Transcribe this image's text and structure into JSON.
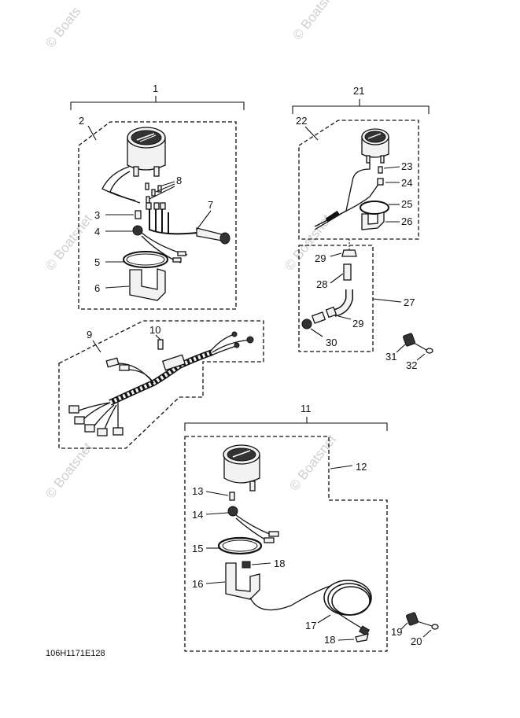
{
  "watermark": {
    "text_main": "© Boatsnet",
    "text_short": "© Boats"
  },
  "drawing_code": "106H1171E128",
  "callouts": {
    "c1": "1",
    "c2": "2",
    "c3": "3",
    "c4": "4",
    "c5": "5",
    "c6": "6",
    "c7": "7",
    "c8": "8",
    "c9": "9",
    "c10": "10",
    "c11": "11",
    "c12": "12",
    "c13": "13",
    "c14": "14",
    "c15": "15",
    "c16": "16",
    "c17": "17",
    "c18a": "18",
    "c18b": "18",
    "c19": "19",
    "c20": "20",
    "c21": "21",
    "c22": "22",
    "c23": "23",
    "c24": "24",
    "c25": "25",
    "c26": "26",
    "c27": "27",
    "c28": "28",
    "c29a": "29",
    "c29b": "29",
    "c30": "30",
    "c31": "31",
    "c32": "32"
  }
}
